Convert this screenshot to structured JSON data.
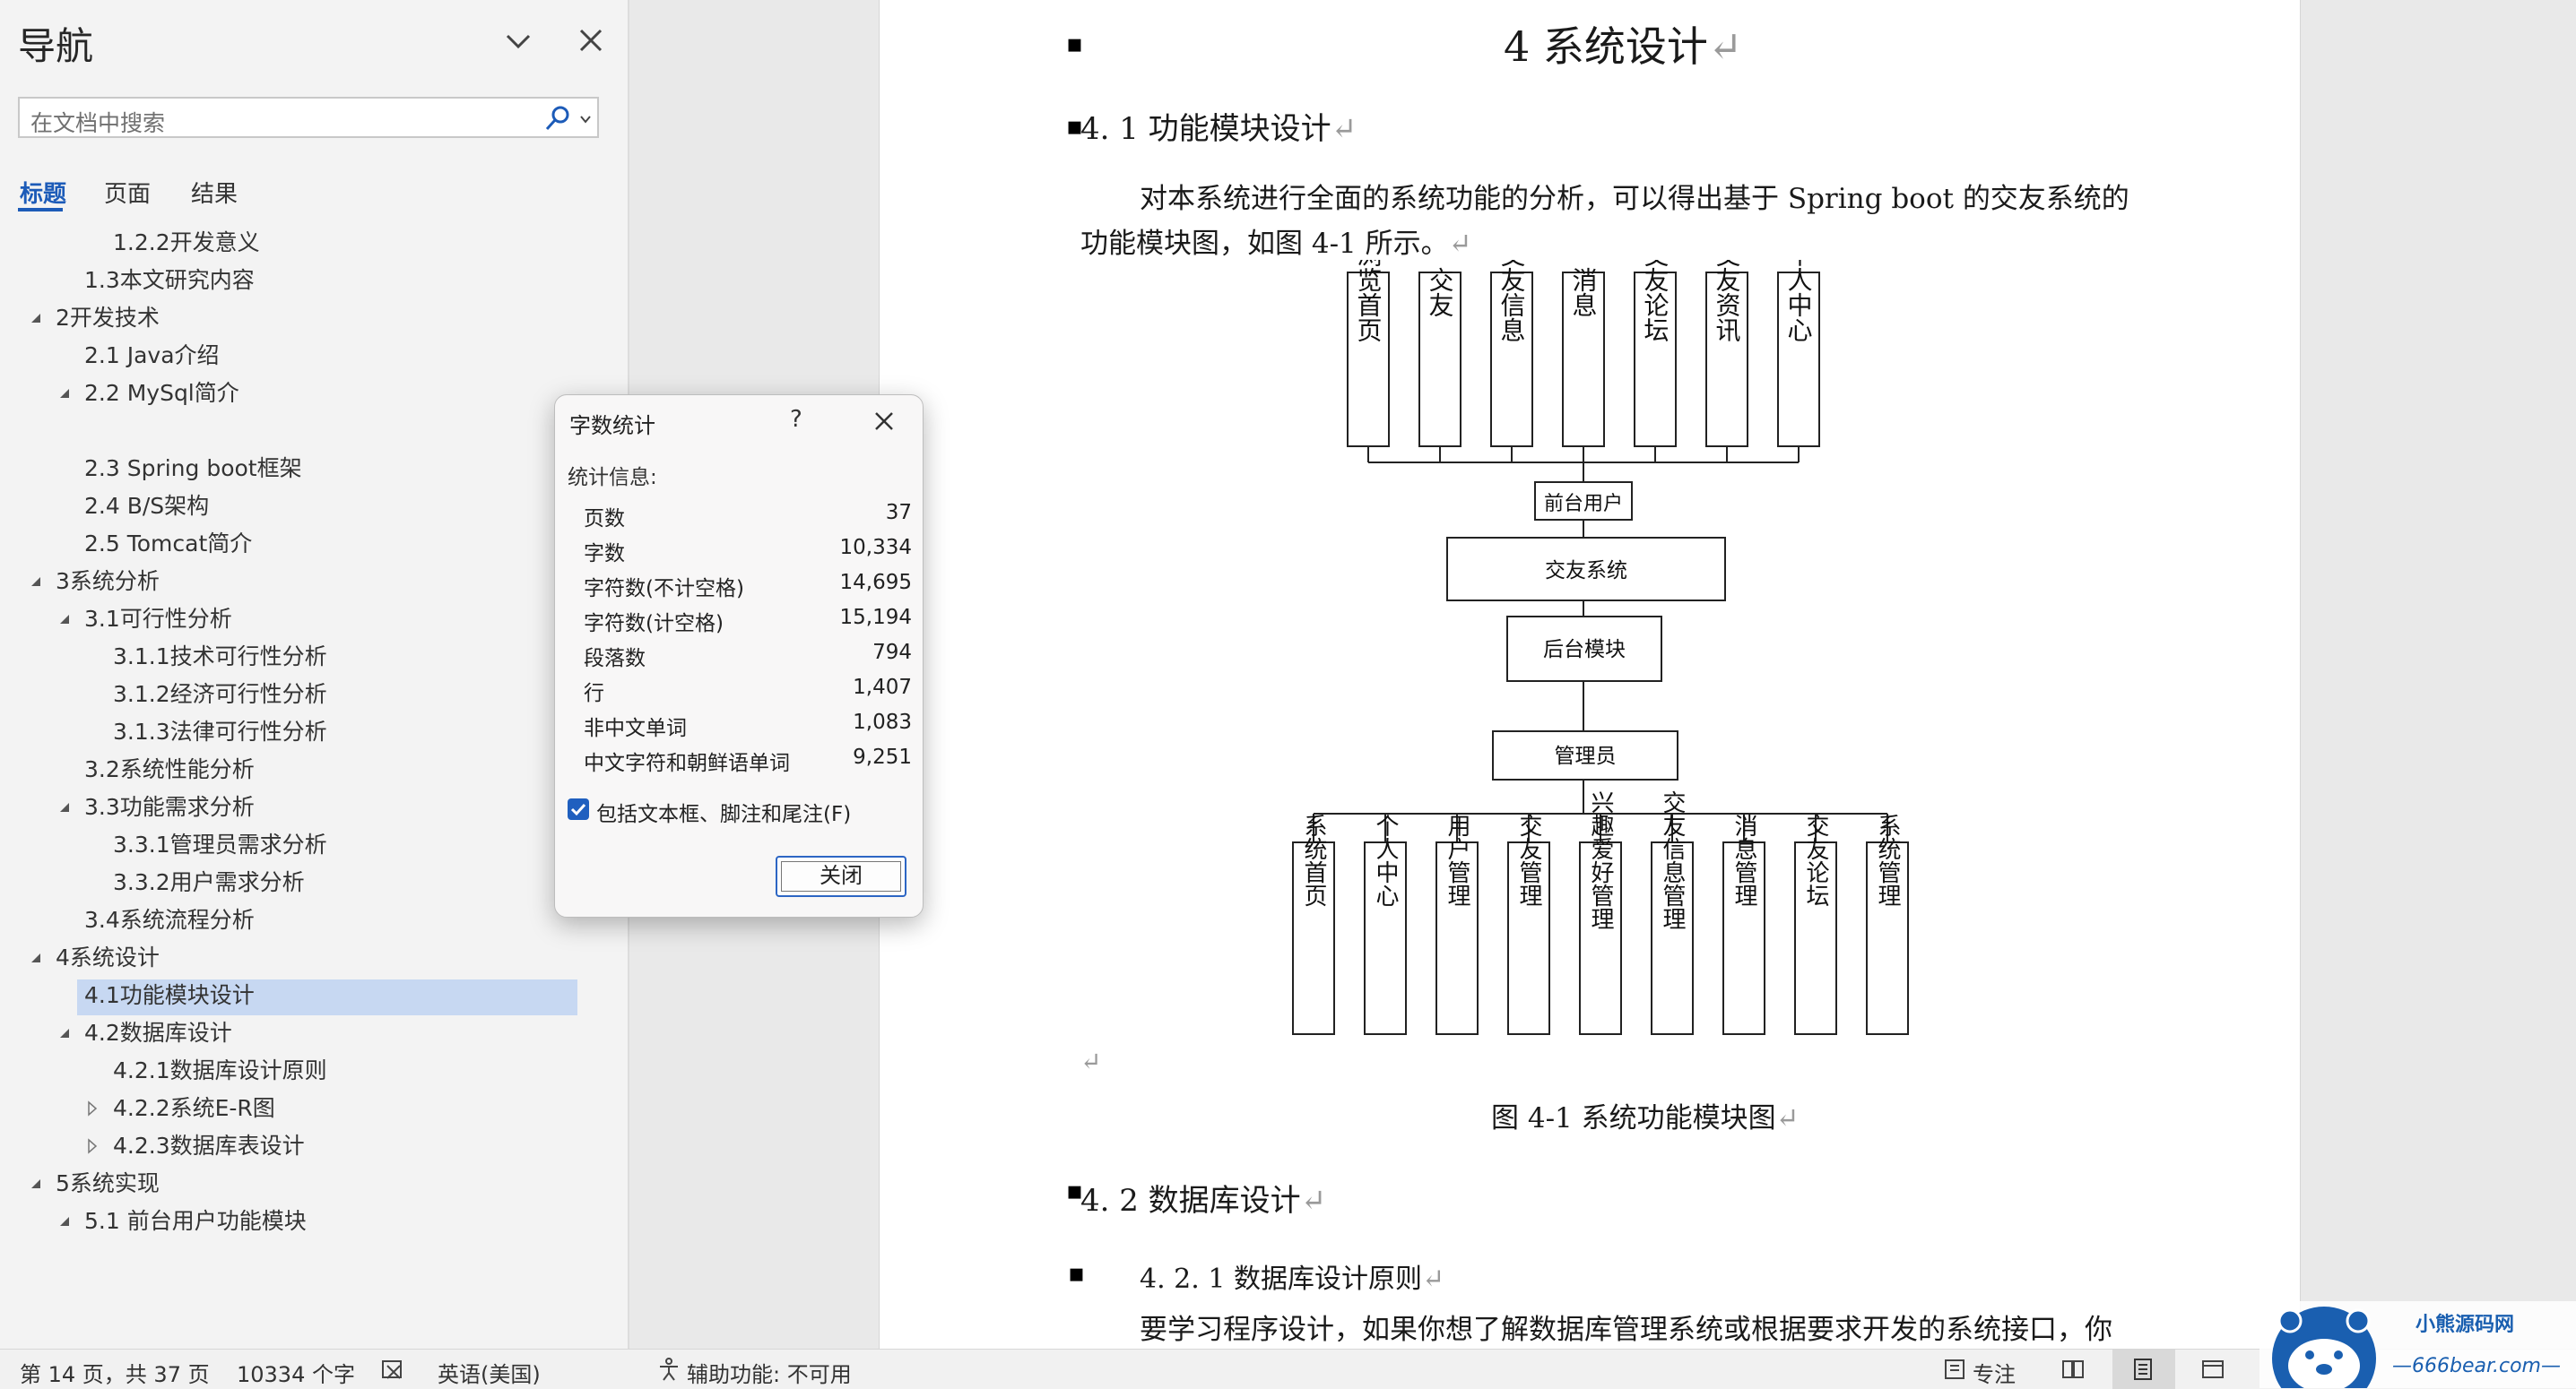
{
  "nav": {
    "title": "导航",
    "search_placeholder": "在文档中搜索",
    "tabs": [
      "标题",
      "页面",
      "结果"
    ],
    "items": [
      {
        "label": "1.2.2开发意义",
        "level": 3,
        "expander": "none"
      },
      {
        "label": "1.3本文研究内容",
        "level": 2,
        "expander": "none"
      },
      {
        "label": "2开发技术",
        "level": 1,
        "expander": "expanded"
      },
      {
        "label": "2.1 Java介绍",
        "level": 2,
        "expander": "none"
      },
      {
        "label": "2.2 MySql简介",
        "level": 2,
        "expander": "expanded"
      },
      {
        "label": "",
        "level": 3,
        "expander": "none"
      },
      {
        "label": "2.3 Spring boot框架",
        "level": 2,
        "expander": "none"
      },
      {
        "label": "2.4 B/S架构",
        "level": 2,
        "expander": "none"
      },
      {
        "label": "2.5 Tomcat简介",
        "level": 2,
        "expander": "none"
      },
      {
        "label": "3系统分析",
        "level": 1,
        "expander": "expanded"
      },
      {
        "label": "3.1可行性分析",
        "level": 2,
        "expander": "expanded"
      },
      {
        "label": "3.1.1技术可行性分析",
        "level": 3,
        "expander": "none"
      },
      {
        "label": "3.1.2经济可行性分析",
        "level": 3,
        "expander": "none"
      },
      {
        "label": "3.1.3法律可行性分析",
        "level": 3,
        "expander": "none"
      },
      {
        "label": "3.2系统性能分析",
        "level": 2,
        "expander": "none"
      },
      {
        "label": "3.3功能需求分析",
        "level": 2,
        "expander": "expanded"
      },
      {
        "label": "3.3.1管理员需求分析",
        "level": 3,
        "expander": "none"
      },
      {
        "label": "3.3.2用户需求分析",
        "level": 3,
        "expander": "none"
      },
      {
        "label": "3.4系统流程分析",
        "level": 2,
        "expander": "none"
      },
      {
        "label": "4系统设计",
        "level": 1,
        "expander": "expanded"
      },
      {
        "label": "4.1功能模块设计",
        "level": 2,
        "expander": "none",
        "selected": true
      },
      {
        "label": "4.2数据库设计",
        "level": 2,
        "expander": "expanded"
      },
      {
        "label": "4.2.1数据库设计原则",
        "level": 3,
        "expander": "none"
      },
      {
        "label": "4.2.2系统E-R图",
        "level": 3,
        "expander": "collapsed"
      },
      {
        "label": "4.2.3数据库表设计",
        "level": 3,
        "expander": "collapsed"
      },
      {
        "label": "5系统实现",
        "level": 1,
        "expander": "expanded"
      },
      {
        "label": "5.1 前台用户功能模块",
        "level": 2,
        "expander": "expanded"
      }
    ]
  },
  "document": {
    "chapter_title": "4 系统设计",
    "h41": "4. 1 功能模块设计",
    "para1_line1": "对本系统进行全面的系统功能的分析，可以得出基于 Spring  boot 的交友系统的",
    "para1_line2": "功能模块图，如图 4-1 所示。",
    "figure_caption": "图 4-1  系统功能模块图",
    "h42": "4. 2 数据库设计",
    "h421": "4. 2. 1 数据库设计原则",
    "para2": "要学习程序设计，如果你想了解数据库管理系统或根据要求开发的系统接口，你",
    "return_mark": "↵",
    "diagram": {
      "top_modules": [
        "浏览首页",
        "交友",
        "交友信息",
        "消息",
        "交友论坛",
        "交友资讯",
        "个人中心"
      ],
      "front_user": "前台用户",
      "system": "交友系统",
      "backend": "后台模块",
      "admin": "管理员",
      "bottom_modules": [
        "系统首页",
        "个人中心",
        "用户管理",
        "交友管理",
        "兴趣爱好管理",
        "交友信息管理",
        "消息管理",
        "交友论坛",
        "系统管理"
      ]
    }
  },
  "dialog": {
    "title": "字数统计",
    "help": "?",
    "section_label": "统计信息:",
    "stats": [
      {
        "label": "页数",
        "value": "37"
      },
      {
        "label": "字数",
        "value": "10,334"
      },
      {
        "label": "字符数(不计空格)",
        "value": "14,695"
      },
      {
        "label": "字符数(计空格)",
        "value": "15,194"
      },
      {
        "label": "段落数",
        "value": "794"
      },
      {
        "label": "行",
        "value": "1,407"
      },
      {
        "label": "非中文单词",
        "value": "1,083"
      },
      {
        "label": "中文字符和朝鲜语单词",
        "value": "9,251"
      }
    ],
    "checkbox_label": "包括文本框、脚注和尾注(F)",
    "checkbox_checked": true,
    "close_button": "关闭"
  },
  "status": {
    "page_info": "第 14 页，共 37 页",
    "word_count": "10334 个字",
    "language": "英语(美国)",
    "accessibility": "辅助功能: 不可用",
    "focus": "专注"
  },
  "watermark": {
    "line1": "小熊源码网",
    "line2": "—666bear.com—"
  },
  "colors": {
    "accent": "#1c5bb8",
    "selected_bg": "#c7d8f2",
    "nav_bg": "#f3f3f3"
  }
}
